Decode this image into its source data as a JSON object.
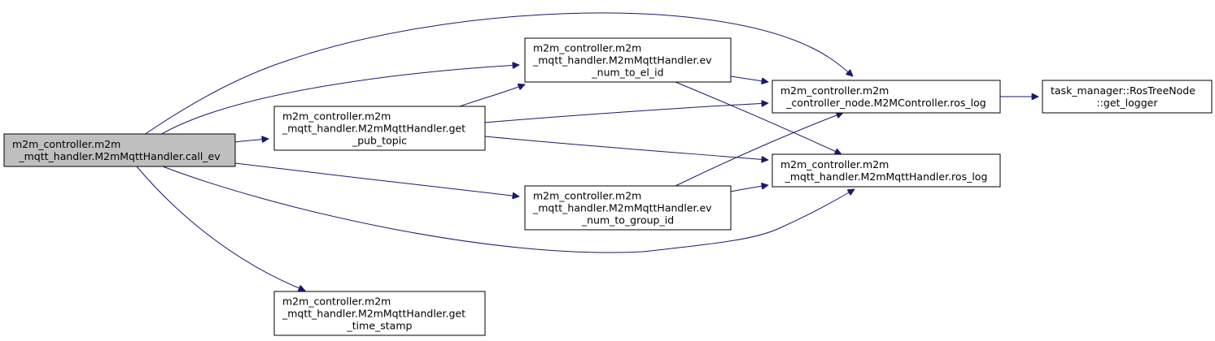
{
  "nodes": {
    "call_ev": {
      "lines": [
        "m2m_controller.m2m",
        "_mqtt_handler.M2mMqttHandler.call_ev"
      ],
      "highlighted": true
    },
    "get_pub_topic": {
      "lines": [
        "m2m_controller.m2m",
        "_mqtt_handler.M2mMqttHandler.get",
        "_pub_topic"
      ]
    },
    "get_time_stamp": {
      "lines": [
        "m2m_controller.m2m",
        "_mqtt_handler.M2mMqttHandler.get",
        "_time_stamp"
      ]
    },
    "ev_num_to_el_id": {
      "lines": [
        "m2m_controller.m2m",
        "_mqtt_handler.M2mMqttHandler.ev",
        "_num_to_el_id"
      ]
    },
    "ev_num_to_group_id": {
      "lines": [
        "m2m_controller.m2m",
        "_mqtt_handler.M2mMqttHandler.ev",
        "_num_to_group_id"
      ]
    },
    "controller_ros_log": {
      "lines": [
        "m2m_controller.m2m",
        "_controller_node.M2MController.ros_log"
      ]
    },
    "handler_ros_log": {
      "lines": [
        "m2m_controller.m2m",
        "_mqtt_handler.M2mMqttHandler.ros_log"
      ]
    },
    "get_logger": {
      "lines": [
        "task_manager::RosTreeNode",
        "::get_logger"
      ]
    }
  },
  "edges": [
    {
      "from": "call_ev",
      "to": "controller_ros_log"
    },
    {
      "from": "call_ev",
      "to": "ev_num_to_el_id"
    },
    {
      "from": "call_ev",
      "to": "get_pub_topic"
    },
    {
      "from": "call_ev",
      "to": "ev_num_to_group_id"
    },
    {
      "from": "call_ev",
      "to": "handler_ros_log"
    },
    {
      "from": "call_ev",
      "to": "get_time_stamp"
    },
    {
      "from": "get_pub_topic",
      "to": "ev_num_to_el_id"
    },
    {
      "from": "get_pub_topic",
      "to": "controller_ros_log"
    },
    {
      "from": "get_pub_topic",
      "to": "handler_ros_log"
    },
    {
      "from": "ev_num_to_el_id",
      "to": "controller_ros_log"
    },
    {
      "from": "ev_num_to_el_id",
      "to": "handler_ros_log"
    },
    {
      "from": "ev_num_to_group_id",
      "to": "controller_ros_log"
    },
    {
      "from": "ev_num_to_group_id",
      "to": "handler_ros_log"
    },
    {
      "from": "controller_ros_log",
      "to": "get_logger"
    }
  ],
  "colors": {
    "edge": "#191970",
    "highlighted_fill": "#bfbfbf",
    "node_fill": "#ffffff",
    "node_stroke": "#000000"
  }
}
